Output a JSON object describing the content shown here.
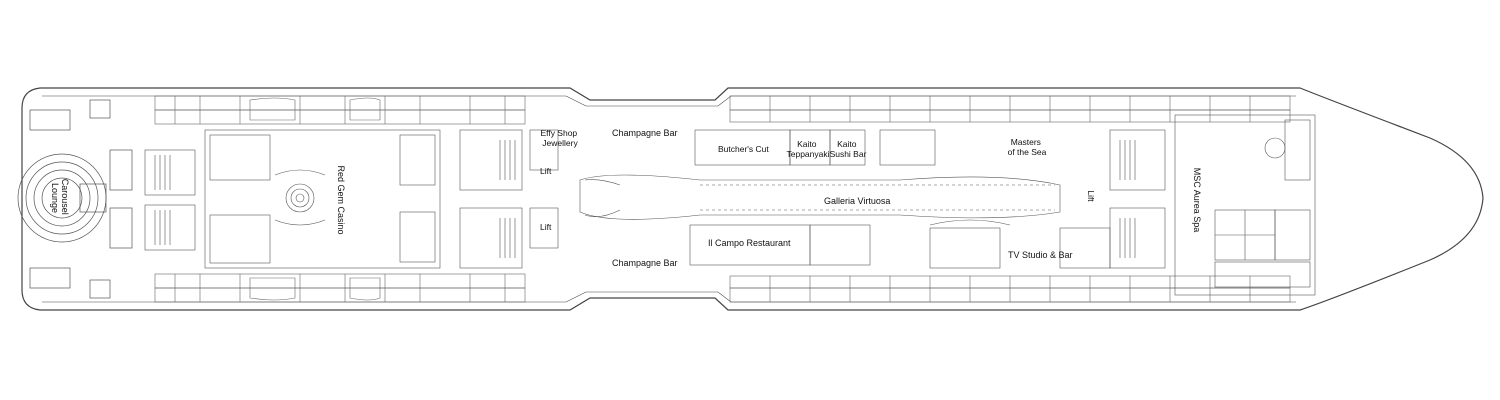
{
  "labels": {
    "carousel_lounge_1": "Carousel",
    "carousel_lounge_2": "Lounge",
    "red_gem_casino": "Red Gem Casino",
    "effy_shop_1": "Effy Shop",
    "effy_shop_2": "Jewellery",
    "lift_upper_fwd": "Lift",
    "lift_lower_fwd": "Lift",
    "lift_aft": "Lift",
    "champagne_bar_upper": "Champagne Bar",
    "champagne_bar_lower": "Champagne Bar",
    "butchers_cut": "Butcher's Cut",
    "kaito_teppanyaki_1": "Kaito",
    "kaito_teppanyaki_2": "Teppanyaki",
    "kaito_sushi_1": "Kaito",
    "kaito_sushi_2": "Sushi Bar",
    "masters_1": "Masters",
    "masters_2": "of the Sea",
    "galleria_virtuosa": "Galleria Virtuosa",
    "il_campo": "Il Campo Restaurant",
    "tv_studio": "TV Studio & Bar",
    "msc_aurea_spa": "MSC Aurea Spa"
  },
  "colors": {
    "line": "#444444",
    "line_light": "#888888",
    "background": "#ffffff"
  }
}
